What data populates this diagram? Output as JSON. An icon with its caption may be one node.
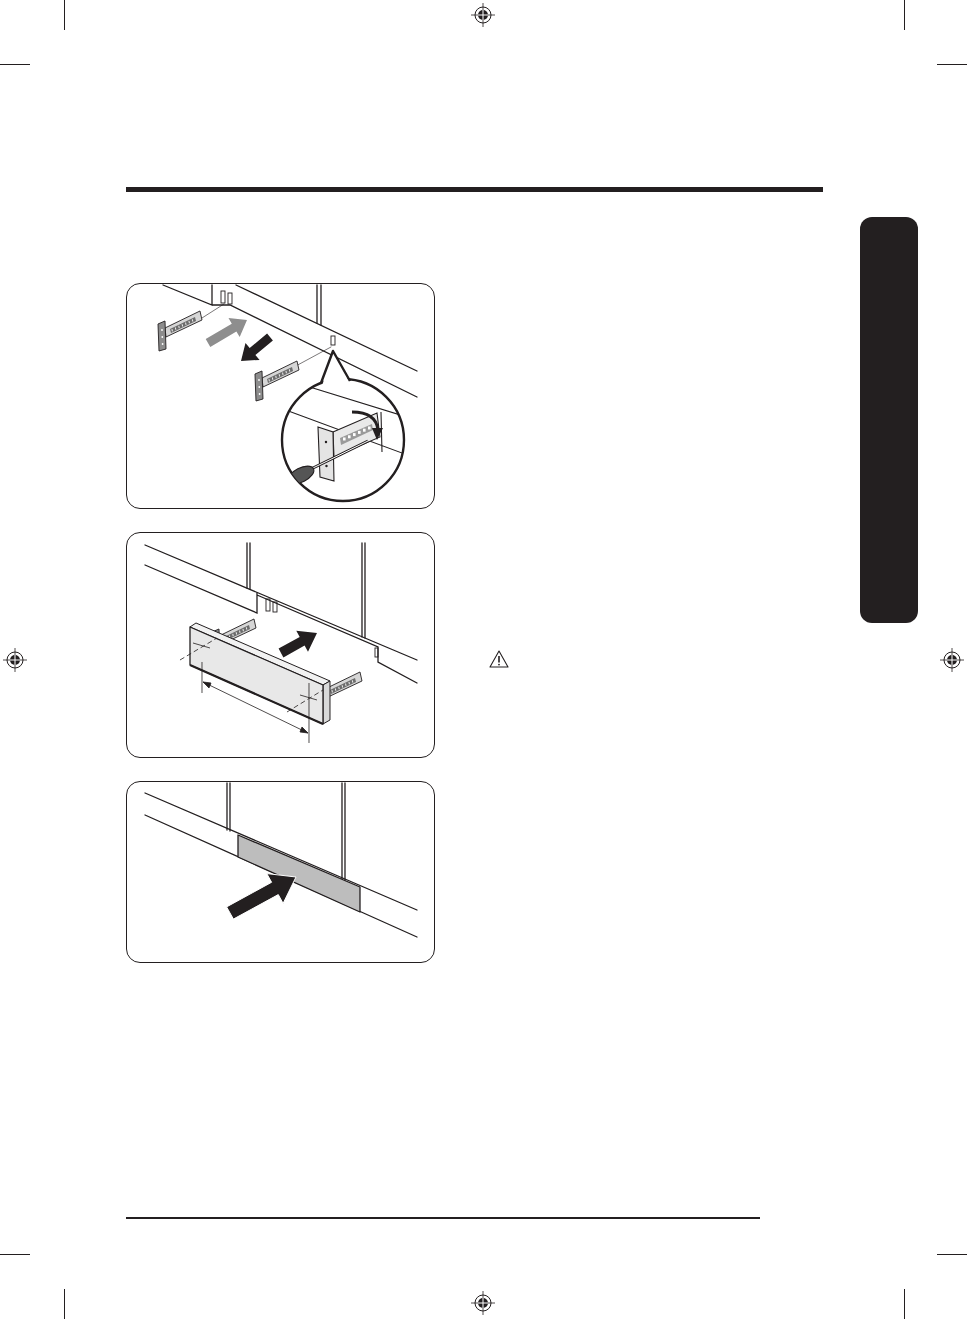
{
  "diagram": {
    "nodes": [
      {
        "text": [],
        "shape": "box"
      },
      {
        "text": [],
        "shape": "picture"
      },
      {
        "text": [],
        "shape": "picture"
      },
      {
        "text": [],
        "shape": "picture"
      }
    ]
  }
}
